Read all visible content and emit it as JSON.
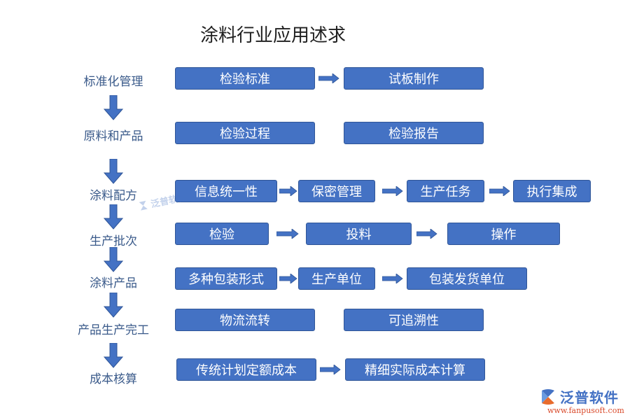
{
  "title": "涂料行业应用述求",
  "stages": [
    "标准化管理",
    "原料和产品",
    "涂料配方",
    "生产批次",
    "涂料产品",
    "产品生产完工",
    "成本核算"
  ],
  "rows": [
    [
      "检验标准",
      "试板制作"
    ],
    [
      "检验过程",
      "检验报告"
    ],
    [
      "信息统一性",
      "保密管理",
      "生产任务",
      "执行集成"
    ],
    [
      "检验",
      "投料",
      "操作"
    ],
    [
      "多种包装形式",
      "生产单位",
      "包装发货单位"
    ],
    [
      "物流流转",
      "可追溯性"
    ],
    [
      "传统计划定额成本",
      "精细实际成本计算"
    ]
  ],
  "watermark": "泛普软件",
  "logo": {
    "name": "泛普软件",
    "url": "www.fanpusoft.com"
  },
  "colors": {
    "box_fill": "#4472c4",
    "box_border": "#2f5597",
    "stage_text": "#3a5a8a"
  }
}
